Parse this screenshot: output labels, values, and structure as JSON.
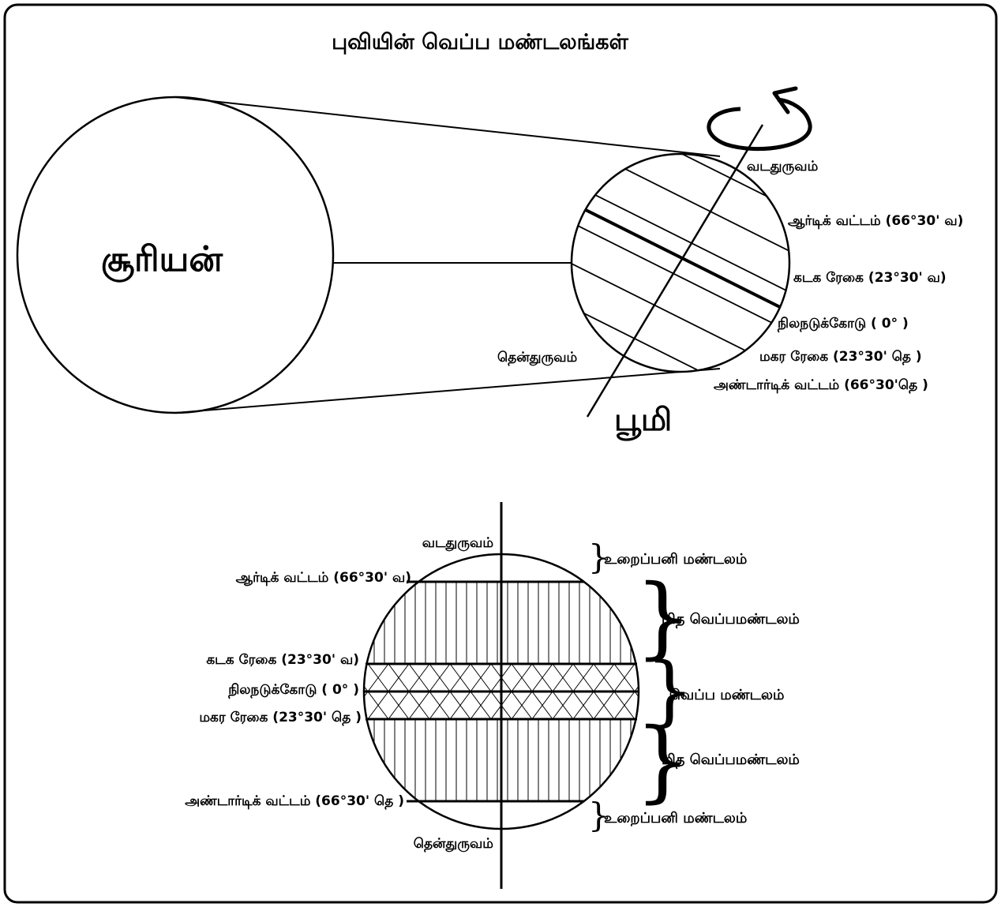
{
  "title": "புவியின்  வெப்ப மண்டலங்கள்",
  "top": {
    "sun_label": "சூரியன்",
    "earth_label": "பூமி",
    "labels": {
      "north_pole": "வடதுருவம்",
      "arctic": "ஆர்டிக் வட்டம்  (66°30' வ)",
      "cancer": "கடக ரேகை   (23°30' வ)",
      "equator": "நிலநடுக்கோடு ( 0° )",
      "capricorn": "மகர ரேகை   (23°30' தெ )",
      "antarctic": "அண்டார்டிக் வட்டம் (66°30'தெ )",
      "south_pole": "தென்துருவம்"
    }
  },
  "bottom": {
    "labels": {
      "north_pole": "வடதுருவம்",
      "arctic": "ஆர்டிக் வட்டம்  (66°30' வ)",
      "cancer": "கடக ரேகை   (23°30' வ)",
      "equator": "நிலநடுக்கோடு ( 0° )",
      "capricorn": "மகர ரேகை   (23°30' தெ )",
      "antarctic": "அண்டார்டிக் வட்டம் (66°30' தெ )",
      "south_pole": "தென்துருவம்"
    },
    "zones": {
      "frigid_north": "உறைப்பனி மண்டலம்",
      "temperate_north": "மித வெப்பமண்டலம்",
      "torrid": "வெப்ப மண்டலம்",
      "temperate_south": "மித வெப்பமண்டலம்",
      "frigid_south": "உறைப்பனி மண்டலம்"
    }
  }
}
